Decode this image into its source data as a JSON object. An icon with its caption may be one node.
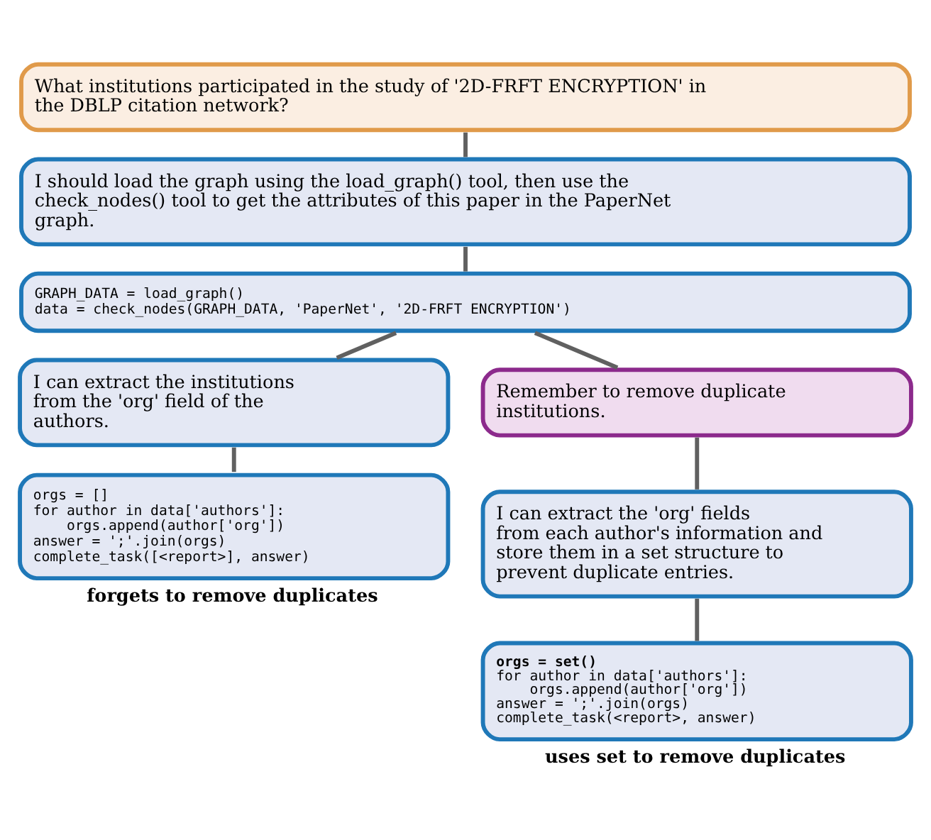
{
  "diagram": {
    "nodes": [
      {
        "text": [
          "What institutions participated in the study of '2D-FRFT ENCRYPTION' in the DBLP citation network?"
        ]
      },
      {
        "text": [
          "I should load the graph using the load_graph() tool, then use the check_nodes() tool to get the attributes of this paper in the PaperNet graph."
        ]
      },
      {
        "text": [
          "GRAPH_DATA = load_graph()",
          "data = check_nodes(GRAPH_DATA, 'PaperNet', '2D-FRFT ENCRYPTION')"
        ]
      },
      {
        "text": [
          "I can extract the institutions from the 'org' field of the authors."
        ]
      },
      {
        "text": [
          "orgs = []",
          "for author in data['authors']:",
          "  orgs.append(author['org'])",
          "answer = ';'.join(orgs)",
          "complete_task([<report>], answer)"
        ],
        "beside": [
          "forgets to remove duplicates"
        ]
      },
      {
        "text": [
          "Remember to remove duplicate institutions."
        ]
      },
      {
        "text": [
          "I can extract the 'org' fields from each author's information and store them in a set structure to prevent duplicate entries."
        ]
      },
      {
        "text": [
          "orgs = set()",
          "for author in data['authors']:",
          "  orgs.append(author['org'])",
          "answer = ';'.join(orgs)",
          "complete_task(<report>, answer)"
        ],
        "beside": [
          "uses set to remove duplicates"
        ]
      }
    ],
    "edges": [
      {
        "from": 0,
        "to": 1,
        "arrow": "none"
      },
      {
        "from": 1,
        "to": 2,
        "arrow": "none"
      },
      {
        "from": 2,
        "to": 3,
        "arrow": "none"
      },
      {
        "from": 2,
        "to": 5,
        "arrow": "none"
      },
      {
        "from": 3,
        "to": 4,
        "arrow": "none"
      },
      {
        "from": 5,
        "to": 6,
        "arrow": "none"
      },
      {
        "from": 6,
        "to": 7,
        "arrow": "none"
      }
    ]
  }
}
